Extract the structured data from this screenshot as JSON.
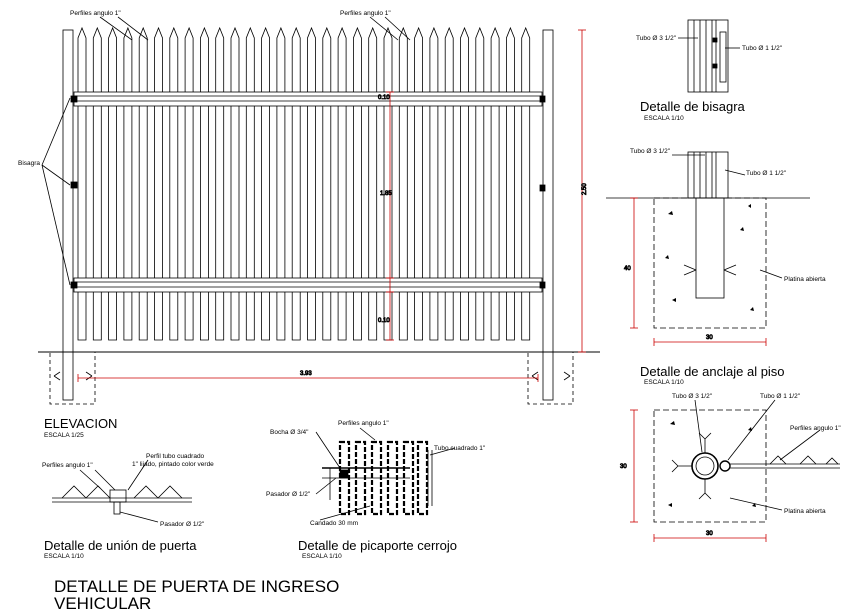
{
  "title": {
    "line1": "DETALLE DE PUERTA DE INGRESO",
    "line2": "VEHICULAR"
  },
  "elevation": {
    "title": "ELEVACION",
    "scale": "ESCALA 1/25",
    "label_top_left": "Perfiles angulo 1\"",
    "label_top_right": "Perfiles angulo 1\"",
    "label_hinge": "Bisagra",
    "dim_height": "2.50",
    "dim_width": "3.93",
    "dim_mid": "1.85",
    "dim_top": "0.10",
    "dim_bottom": "0.10"
  },
  "hinge": {
    "title": "Detalle de bisagra",
    "scale": "ESCALA 1/10",
    "label_left": "Tubo Ø 3  1/2\"",
    "label_right": "Tubo Ø 1 1/2\""
  },
  "anchor": {
    "title": "Detalle de anclaje al piso",
    "scale": "ESCALA 1/10",
    "label_left": "Tubo Ø 3  1/2\"",
    "label_right": "Tubo Ø 1 1/2\"",
    "label_plate": "Platina abierta",
    "dim_height": "40",
    "dim_width": "30"
  },
  "plan": {
    "label_left": "Tubo Ø 3  1/2\"",
    "label_right": "Tubo Ø 1 1/2\"",
    "label_profiles": "Perfiles angulo 1\"",
    "label_plate": "Platina abierta",
    "dim_height": "30",
    "dim_width": "30"
  },
  "union": {
    "title": "Detalle de unión de puerta",
    "scale": "ESCALA 1/10",
    "label_profiles": "Perfiles angulo 1\"",
    "label_tube_1": "Perfil tubo cuadrado",
    "label_tube_2": "1\" lijado, pintado color verde",
    "label_pin": "Pasador Ø  1/2\""
  },
  "latch": {
    "title": "Detalle de picaporte cerrojo",
    "scale": "ESCALA 1/10",
    "label_profiles": "Perfiles angulo 1\"",
    "label_bochon": "Bocha Ø 3/4\"",
    "label_tube": "Tubo cuadrado 1\"",
    "label_pin": "Pasador Ø 1/2\"",
    "label_bolt": "Candado 30 mm"
  }
}
